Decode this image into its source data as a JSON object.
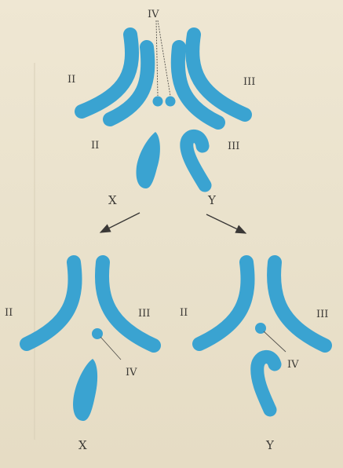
{
  "colors": {
    "chromosome": "#3aa3d1",
    "label": "#3c3a36",
    "arrow": "#3a3836",
    "background": "#ece4cf"
  },
  "top_set": {
    "label_iv": "IV",
    "label_ii_upper": "II",
    "label_iii_upper": "III",
    "label_ii_lower": "II",
    "label_iii_lower": "III",
    "label_x": "X",
    "label_y": "Y"
  },
  "left_set": {
    "label_ii": "II",
    "label_iii": "III",
    "label_iv": "IV",
    "label_x": "X"
  },
  "right_set": {
    "label_ii": "II",
    "label_iii": "III",
    "label_iv": "IV",
    "label_y": "Y"
  }
}
